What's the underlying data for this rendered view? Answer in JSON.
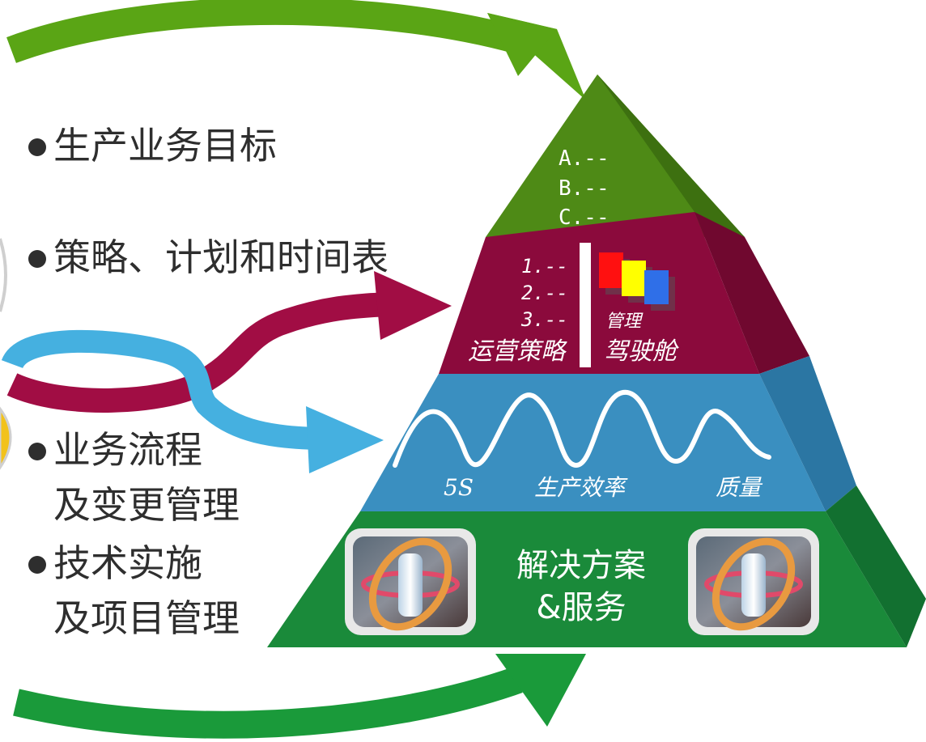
{
  "bullets": [
    {
      "line1": "生产业务目标",
      "line2": ""
    },
    {
      "line1": "策略、计划和时间表",
      "line2": ""
    },
    {
      "line1": "业务流程",
      "line2": "及变更管理"
    },
    {
      "line1": "技术实施",
      "line2": "及项目管理"
    }
  ],
  "pyramid": {
    "goals": [
      "A.--",
      "B.--",
      "C.--"
    ],
    "strategy_items": [
      "1.--",
      "2.--",
      "3.--"
    ],
    "strategy_label": "运营策略",
    "cockpit_top": "管理",
    "cockpit_label": "驾驶舱",
    "process_labels": [
      "5S",
      "生产效率",
      "质量"
    ],
    "solution_line1": "解决方案",
    "solution_line2": "&服务"
  },
  "colors": {
    "top_tier": "#4e8a16",
    "strategy_tier": "#8b0a3c",
    "process_tier": "#3a8fc0",
    "base_tier": "#1a8a3a",
    "arrow_green": "#5aa515",
    "arrow_crimson": "#a10d44",
    "arrow_blue": "#45b0e0"
  }
}
